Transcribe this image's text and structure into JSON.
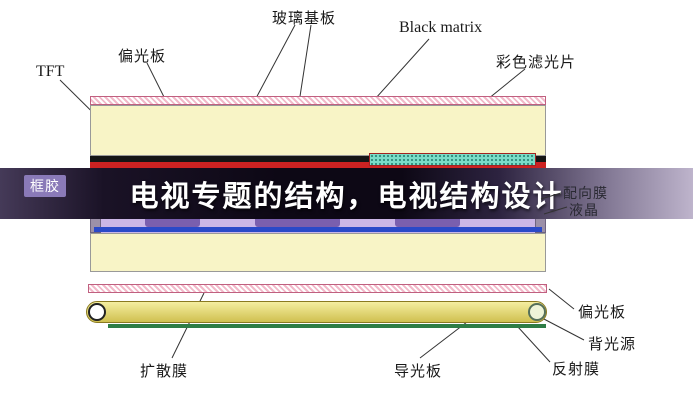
{
  "banner": {
    "title": "电视专题的结构，电视结构设计"
  },
  "labels": {
    "glass_substrate": "玻璃基板",
    "black_matrix": "Black matrix",
    "polarizer_top": "偏光板",
    "tft": "TFT",
    "color_filter": "彩色滤光片",
    "frame_sealant": "框胶",
    "alignment_film": "配向膜",
    "liquid_crystal": "液晶",
    "polarizer_bottom": "偏光板",
    "backlight_source": "背光源",
    "reflector_film": "反射膜",
    "light_guide_plate": "导光板",
    "diffuser_film": "扩散膜"
  },
  "colors": {
    "glass": "#f8f4c6",
    "black_matrix": "#151515",
    "red_layer": "#cc2222",
    "color_filter": "#7adcc8",
    "lc_layer": "#cbb6e6",
    "tft_blob": "#7a5fae",
    "electrode_blue": "#2a49c8",
    "sealant": "#9c90a8",
    "lgp_top": "#f5eea0",
    "lgp_bottom": "#cfc050",
    "reflector": "#2e7d46",
    "stripe_pink": "#f2b9c9"
  }
}
